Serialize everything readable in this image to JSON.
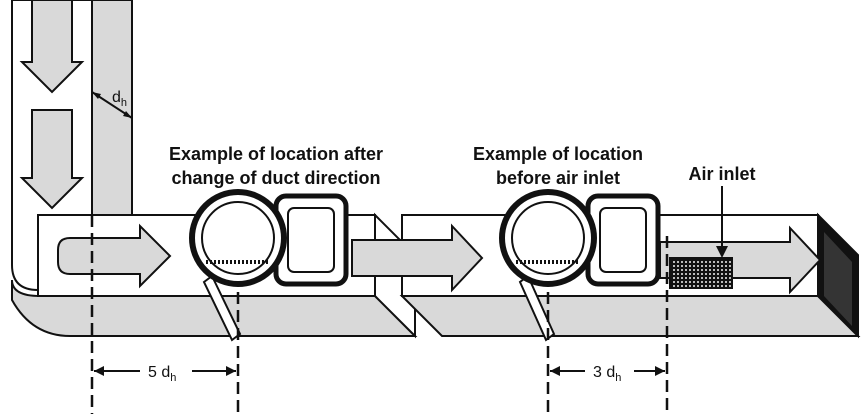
{
  "labels": {
    "after_change_line1": "Example of location after",
    "after_change_line2": "change of duct direction",
    "before_inlet_line1": "Example of location",
    "before_inlet_line2": "before air inlet",
    "air_inlet": "Air inlet"
  },
  "dimensions": {
    "duct_diameter_symbol": "d",
    "duct_diameter_subscript": "h",
    "distance_after_change": "5 d",
    "distance_before_inlet": "3 d"
  },
  "colors": {
    "duct_fill": "#d9d9d9",
    "line": "#111111",
    "background": "#ffffff"
  }
}
